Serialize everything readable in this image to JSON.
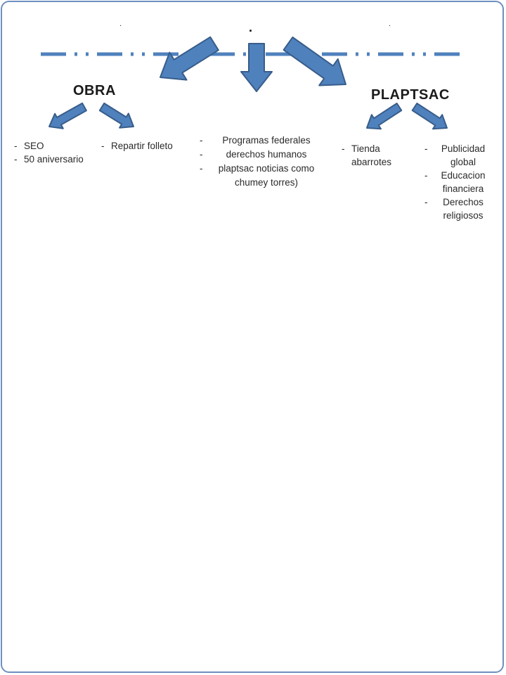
{
  "dots": {
    "left": ".",
    "center": ".",
    "right": "."
  },
  "headings": {
    "obra": "OBRA",
    "plaptsac": "PLAPTSAC"
  },
  "lists": {
    "obra_left": [
      "SEO",
      "50 aniversario"
    ],
    "obra_right": [
      "Repartir folleto"
    ],
    "center": [
      "Programas federales",
      "derechos humanos",
      "plaptsac noticias como chumey torres)"
    ],
    "plaptsac_left": [
      "Tienda abarrotes"
    ],
    "plaptsac_right": [
      "Publicidad global",
      "Educacion financiera",
      "Derechos religiosos"
    ]
  },
  "colors": {
    "arrow_fill": "#4f81bd",
    "arrow_stroke": "#385d8a",
    "dash_line": "#4f81bd",
    "frame_border": "#6f8fbf"
  },
  "icons": {
    "arrow": "block-arrow-icon"
  }
}
